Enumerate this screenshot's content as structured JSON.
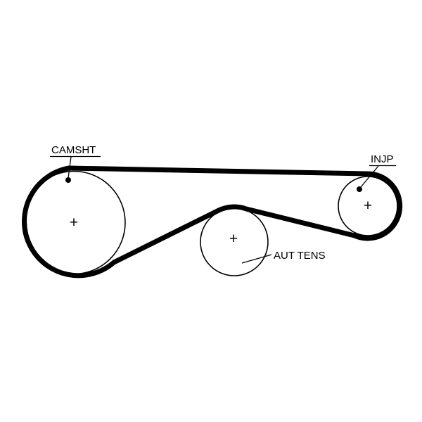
{
  "diagram": {
    "type": "timing-belt-routing",
    "background_color": "#ffffff",
    "belt_color": "#000000",
    "line_color": "#000000",
    "pulleys": [
      {
        "id": "camshaft",
        "label": "CAMSHT",
        "center_mark": "+"
      },
      {
        "id": "auto-tensioner",
        "label": "AUT TENS",
        "center_mark": "+"
      },
      {
        "id": "injection-pump",
        "label": "INJP",
        "center_mark": "+"
      }
    ]
  }
}
